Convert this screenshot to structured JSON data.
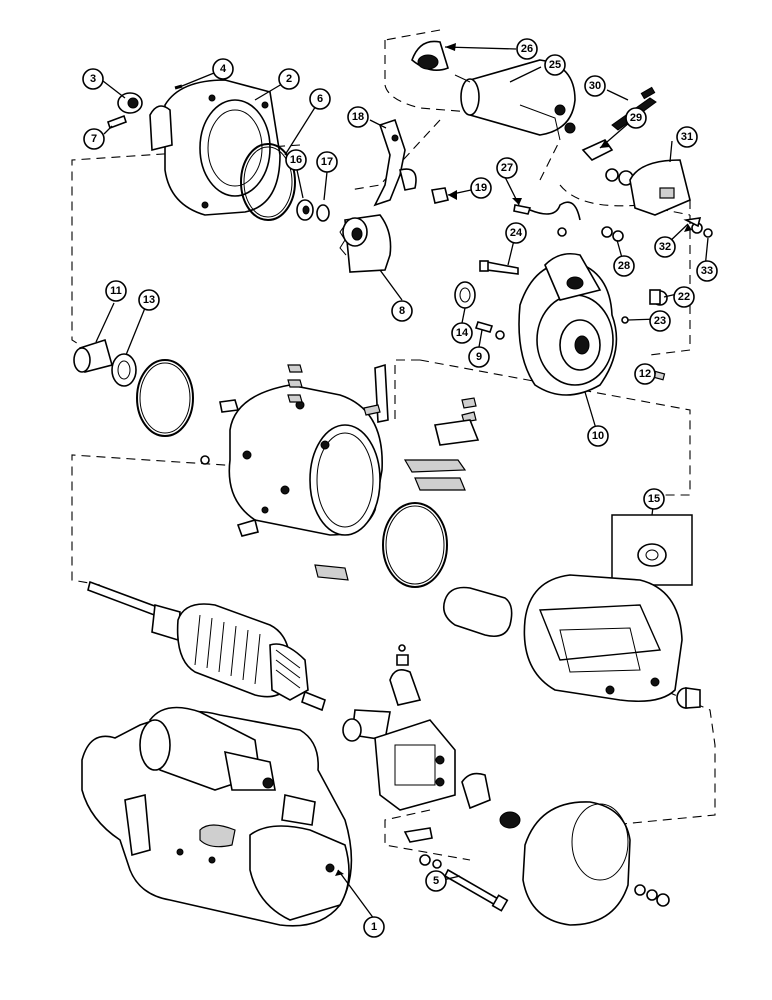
{
  "callouts": [
    {
      "id": "c1",
      "label": "1"
    },
    {
      "id": "c2",
      "label": "2"
    },
    {
      "id": "c3",
      "label": "3"
    },
    {
      "id": "c4",
      "label": "4"
    },
    {
      "id": "c5",
      "label": "5"
    },
    {
      "id": "c6",
      "label": "6"
    },
    {
      "id": "c7",
      "label": "7"
    },
    {
      "id": "c8",
      "label": "8"
    },
    {
      "id": "c9",
      "label": "9"
    },
    {
      "id": "c10",
      "label": "10"
    },
    {
      "id": "c11",
      "label": "11"
    },
    {
      "id": "c12",
      "label": "12"
    },
    {
      "id": "c13",
      "label": "13"
    },
    {
      "id": "c14",
      "label": "14"
    },
    {
      "id": "c15",
      "label": "15"
    },
    {
      "id": "c16",
      "label": "16"
    },
    {
      "id": "c17",
      "label": "17"
    },
    {
      "id": "c18",
      "label": "18"
    },
    {
      "id": "c19",
      "label": "19"
    },
    {
      "id": "c22",
      "label": "22"
    },
    {
      "id": "c23",
      "label": "23"
    },
    {
      "id": "c24",
      "label": "24"
    },
    {
      "id": "c25",
      "label": "25"
    },
    {
      "id": "c26",
      "label": "26"
    },
    {
      "id": "c27",
      "label": "27"
    },
    {
      "id": "c28",
      "label": "28"
    },
    {
      "id": "c29",
      "label": "29"
    },
    {
      "id": "c30",
      "label": "30"
    },
    {
      "id": "c31",
      "label": "31"
    },
    {
      "id": "c32",
      "label": "32"
    },
    {
      "id": "c33",
      "label": "33"
    }
  ],
  "colors": {
    "ink": "#000000",
    "paper": "#ffffff"
  }
}
